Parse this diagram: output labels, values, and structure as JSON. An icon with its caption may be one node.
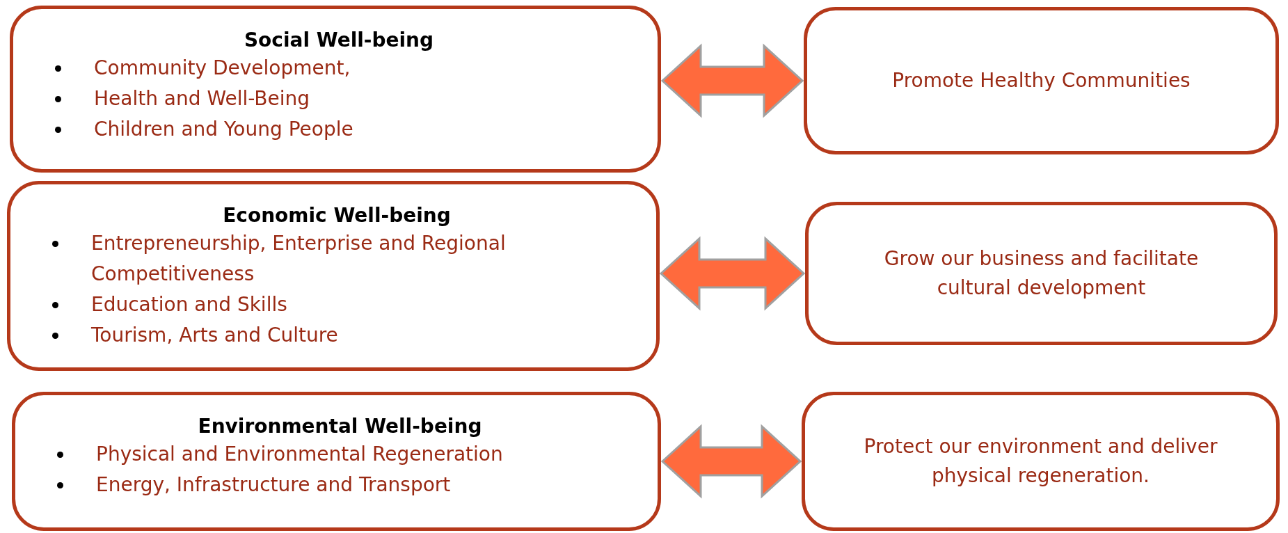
{
  "diagram": {
    "nodes": [
      {
        "text": [
          "Social Well-being",
          "Community Development,",
          "Health and Well-Being",
          "Children and Young People"
        ]
      },
      {
        "text": [
          "Promote Healthy Communities"
        ]
      },
      {
        "text": [
          "Economic Well-being",
          "Entrepreneurship, Enterprise and Regional Competitiveness",
          "Education and Skills",
          "Tourism, Arts and Culture"
        ]
      },
      {
        "text": [
          "Grow our business and facilitate cultural development"
        ]
      },
      {
        "text": [
          "Environmental Well-being",
          "Physical and Environmental Regeneration",
          "Energy, Infrastructure and Transport"
        ]
      },
      {
        "text": [
          "Protect our environment and deliver physical regeneration."
        ]
      }
    ],
    "edges": [
      {
        "from": 0,
        "to": 1,
        "arrow": "both"
      },
      {
        "from": 2,
        "to": 3,
        "arrow": "both"
      },
      {
        "from": 4,
        "to": 5,
        "arrow": "both"
      }
    ]
  }
}
